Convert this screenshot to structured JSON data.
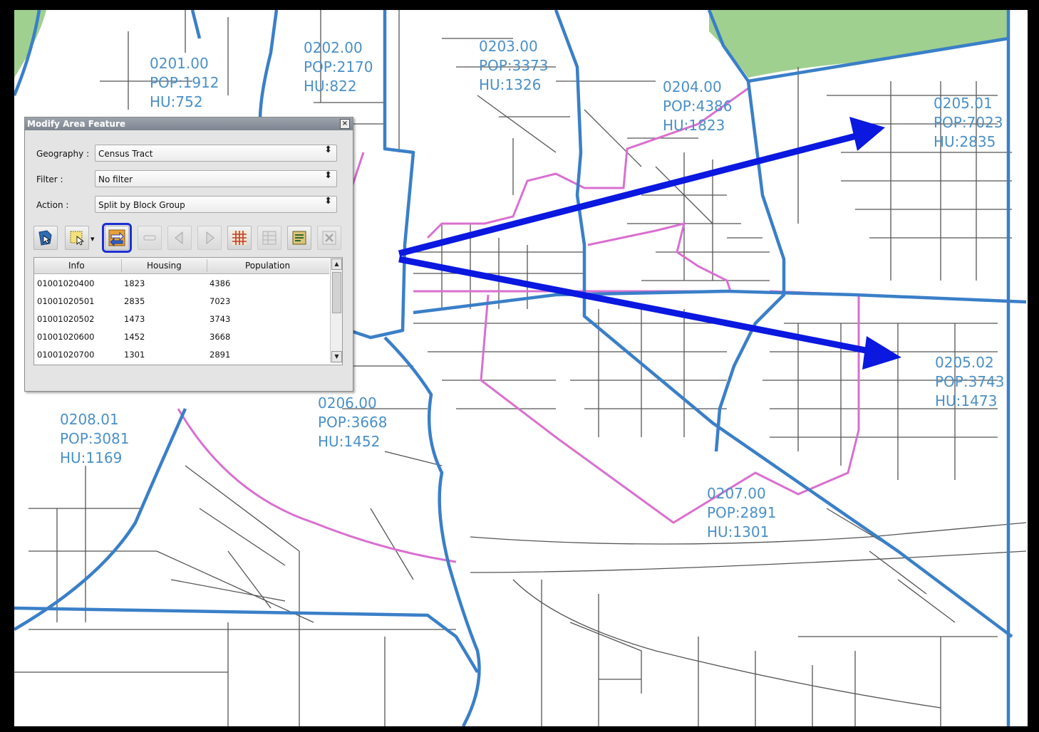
{
  "map": {
    "tracts": [
      {
        "id": "0201.00",
        "pop": "POP:1912",
        "hu": "HU:752"
      },
      {
        "id": "0202.00",
        "pop": "POP:2170",
        "hu": "HU:822"
      },
      {
        "id": "0203.00",
        "pop": "POP:3373",
        "hu": "HU:1326"
      },
      {
        "id": "0204.00",
        "pop": "POP:4386",
        "hu": "HU:1823"
      },
      {
        "id": "0205.01",
        "pop": "POP:7023",
        "hu": "HU:2835"
      },
      {
        "id": "0205.02",
        "pop": "POP:3743",
        "hu": "HU:1473"
      },
      {
        "id": "0206.00",
        "pop": "POP:3668",
        "hu": "HU:1452"
      },
      {
        "id": "0207.00",
        "pop": "POP:2891",
        "hu": "HU:1301"
      },
      {
        "id": "0208.01",
        "pop": "POP:3081",
        "hu": "HU:1169"
      }
    ],
    "colors": {
      "tract_boundary": "#3a7fc8",
      "blockgroup_boundary": "#d96fd0",
      "roads": "#555555",
      "park": "#9fd08f",
      "arrow": "#0b18e0",
      "label": "#4a90c8"
    }
  },
  "dialog": {
    "title": "Modify Area Feature",
    "close_glyph": "×",
    "geography_label": "Geography :",
    "geography_value": "Census Tract",
    "filter_label": "Filter :",
    "filter_value": "No filter",
    "action_label": "Action :",
    "action_value": "Split by Block Group",
    "select_arrow": "⬍",
    "toolbar": {
      "icons": [
        "select-feature-icon",
        "select-by-area-icon",
        "split-icon",
        "minus-icon",
        "previous-icon",
        "next-icon",
        "grid-icon",
        "table-icon",
        "report-icon",
        "delete-icon"
      ],
      "dropdown_glyph": "▾"
    },
    "table": {
      "columns": [
        "Info",
        "Housing",
        "Population"
      ],
      "rows": [
        {
          "info": "01001020400",
          "housing": "1823",
          "population": "4386"
        },
        {
          "info": "01001020501",
          "housing": "2835",
          "population": "7023"
        },
        {
          "info": "01001020502",
          "housing": "1473",
          "population": "3743"
        },
        {
          "info": "01001020600",
          "housing": "1452",
          "population": "3668"
        },
        {
          "info": "01001020700",
          "housing": "1301",
          "population": "2891"
        }
      ],
      "scroll_up": "▲",
      "scroll_down": "▼"
    }
  }
}
